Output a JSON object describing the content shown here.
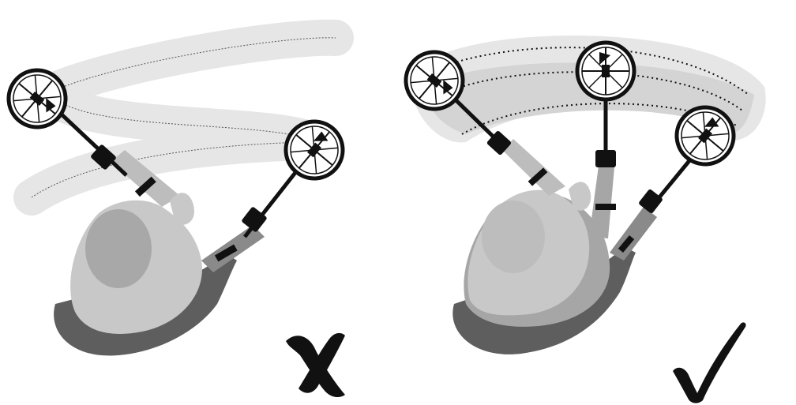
{
  "diagram": {
    "panels": [
      {
        "id": "wrong",
        "verdict": "incorrect",
        "verdict_icon": "x-mark-icon",
        "sweep_style": "diagonal zig-zag sweep"
      },
      {
        "id": "right",
        "verdict": "correct",
        "verdict_icon": "check-mark-icon",
        "sweep_style": "level arc sweep"
      }
    ],
    "colors": {
      "ink": "#111111",
      "sweep_band_light": "#e6e6e6",
      "sweep_band_mid": "#d4d4d4",
      "body_light": "#c8c8c8",
      "body_mid": "#a6a6a6",
      "body_dark": "#5e5e5e",
      "arm_light": "#bdbdbd",
      "arm_dark": "#8a8a8a"
    }
  }
}
